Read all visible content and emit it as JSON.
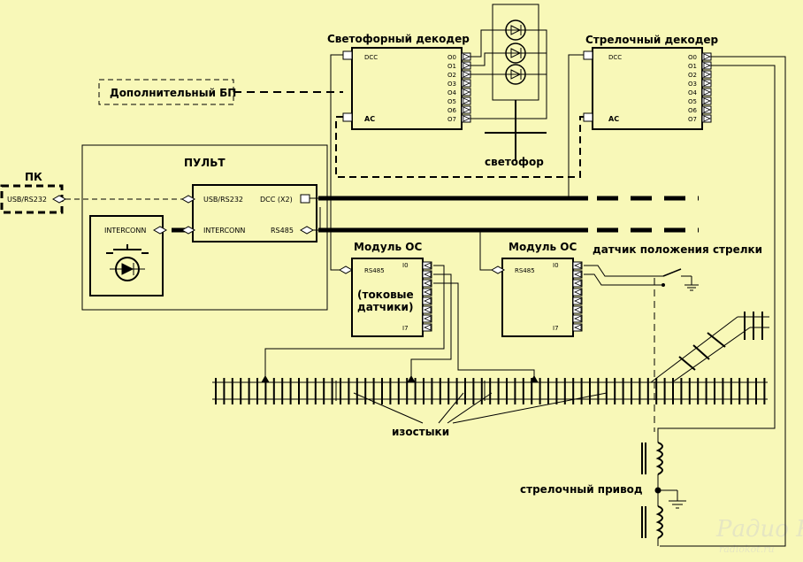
{
  "labels": {
    "svetofor_decoder": "Светофорный декодер",
    "strelochny_decoder": "Стрелочный декодер",
    "extra_psu": "Дополнительный БП",
    "pult": "ПУЛЬТ",
    "pc": "ПК",
    "svetofor": "светофор",
    "module_os_1": "Модуль ОС",
    "module_os_2": "Модуль ОС",
    "current_sensors_1": "(токовые",
    "current_sensors_2": "датчики)",
    "switch_position_sensor": "датчик положения стрелки",
    "insulating_joints": "изостыки",
    "switch_drive": "стрелочный привод"
  },
  "pins": {
    "dcc": "DCC",
    "ac": "AC",
    "outputs": [
      "O0",
      "O1",
      "O2",
      "O3",
      "O4",
      "O5",
      "O6",
      "O7"
    ],
    "usb_rs232": "USB/RS232",
    "interconn": "INTERCONN",
    "dcc_x2": "DCC (X2)",
    "rs485": "RS485",
    "in0": "I0",
    "in7": "I7"
  },
  "watermark": {
    "logo": "Радио КОТ",
    "url": "radiokot.ru"
  },
  "colors": {
    "background": "#f8f8b8",
    "ink": "#000000",
    "watermark": "#e6e6c2"
  }
}
